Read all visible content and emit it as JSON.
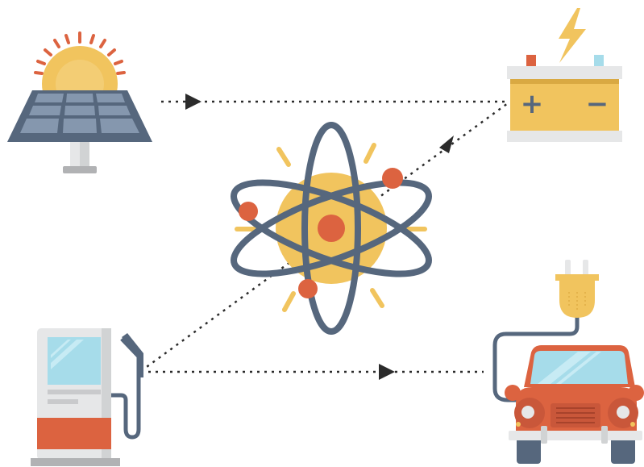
{
  "colors": {
    "background": "#ffffff",
    "slate": "#56677d",
    "orange": "#dc6340",
    "yellow": "#f1c45e",
    "light_blue": "#a6dcea",
    "grey": "#e6e7e8",
    "dark_grey": "#b1b2b4",
    "connector": "#2b2b2b"
  },
  "nodes": [
    {
      "id": "solar",
      "icon": "solar-panel-sun-icon"
    },
    {
      "id": "battery",
      "icon": "car-battery-lightning-icon"
    },
    {
      "id": "atom",
      "icon": "atom-icon"
    },
    {
      "id": "fuel",
      "icon": "fuel-pump-icon"
    },
    {
      "id": "car",
      "icon": "electric-car-plug-icon"
    }
  ],
  "battery": {
    "positive_symbol": "+",
    "negative_symbol": "−"
  },
  "connectors": [
    {
      "from": "solar",
      "to": "battery",
      "style": "dotted",
      "arrow": "right"
    },
    {
      "from": "fuel",
      "to": "battery",
      "style": "dotted",
      "arrow": "up-right"
    },
    {
      "from": "fuel",
      "to": "car",
      "style": "dotted",
      "arrow": "right"
    }
  ]
}
